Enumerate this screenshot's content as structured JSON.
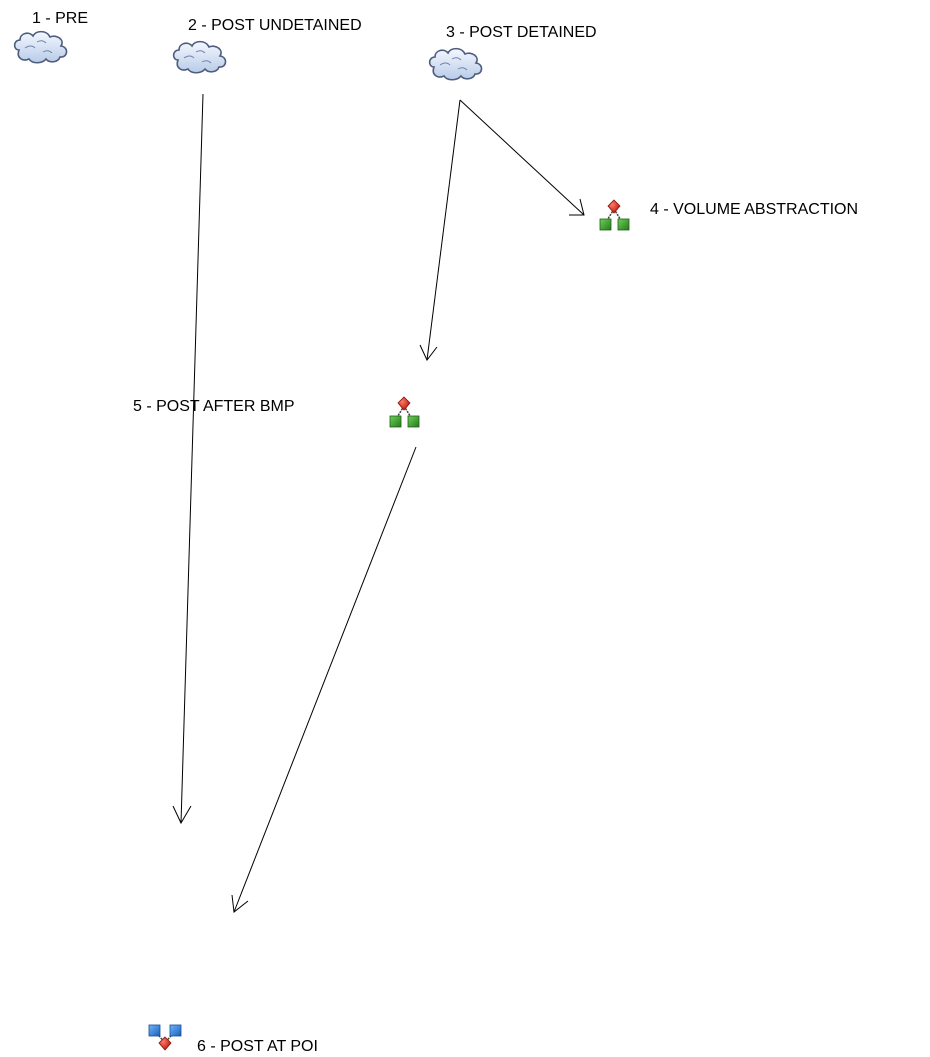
{
  "diagram": {
    "nodes": [
      {
        "id": "n1",
        "label": "1 - PRE",
        "icon": "cloud-icon"
      },
      {
        "id": "n2",
        "label": "2 - POST UNDETAINED",
        "icon": "cloud-icon"
      },
      {
        "id": "n3",
        "label": "3 - POST DETAINED",
        "icon": "cloud-icon"
      },
      {
        "id": "n4",
        "label": "4 - VOLUME ABSTRACTION",
        "icon": "hierarchy-node-icon"
      },
      {
        "id": "n5",
        "label": "5 - POST AFTER BMP",
        "icon": "hierarchy-node-icon"
      },
      {
        "id": "n6",
        "label": "6 - POST AT POI",
        "icon": "junction-node-icon"
      }
    ],
    "edges": [
      {
        "from": "n2",
        "to": "n6"
      },
      {
        "from": "n3",
        "to": "n4"
      },
      {
        "from": "n3",
        "to": "n5"
      },
      {
        "from": "n5",
        "to": "n6"
      }
    ],
    "colors": {
      "cloud_fill": "#d9e6f7",
      "cloud_outline": "#5a6a8a",
      "node_red": "#d42a1a",
      "node_green": "#3a9a2a",
      "node_blue": "#2f7fd6",
      "line": "#000000"
    }
  }
}
